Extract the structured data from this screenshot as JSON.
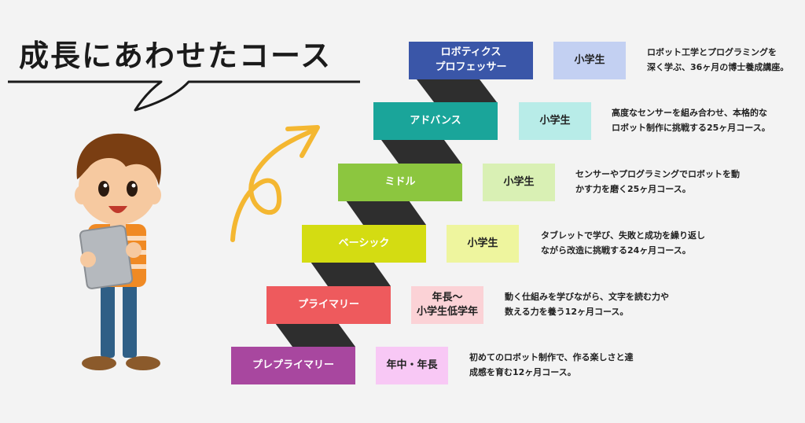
{
  "title": "成長にあわせたコース",
  "courses": [
    {
      "name": "ロボティクス\nプロフェッサー",
      "grade": "小学生",
      "desc": "ロボット工学とプログラミングを\n深く学ぶ、36ヶ月の博士養成講座。",
      "color": "#3a56a8",
      "badge_color": "#c3d0f2"
    },
    {
      "name": "アドバンス",
      "grade": "小学生",
      "desc": "高度なセンサーを組み合わせ、本格的な\nロボット制作に挑戦する25ヶ月コース。",
      "color": "#1aa59a",
      "badge_color": "#b8ece8"
    },
    {
      "name": "ミドル",
      "grade": "小学生",
      "desc": "センサーやプログラミングでロボットを動\nかす力を磨く25ヶ月コース。",
      "color": "#8cc63f",
      "badge_color": "#d9f0b4"
    },
    {
      "name": "ベーシック",
      "grade": "小学生",
      "desc": "タブレットで学び、失敗と成功を繰り返し\nながら改造に挑戦する24ヶ月コース。",
      "color": "#d4dc12",
      "badge_color": "#eef59e"
    },
    {
      "name": "プライマリー",
      "grade": "年長〜\n小学生低学年",
      "desc": "動く仕組みを学びながら、文字を読む力や\n数える力を養う12ヶ月コース。",
      "color": "#ee5a5d",
      "badge_color": "#fbd2d6"
    },
    {
      "name": "プレプライマリー",
      "grade": "年中・年長",
      "desc": "初めてのロボット制作で、作る楽しさと達\n成感を育む12ヶ月コース。",
      "color": "#a8479f",
      "badge_color": "#f8c8f5"
    }
  ]
}
